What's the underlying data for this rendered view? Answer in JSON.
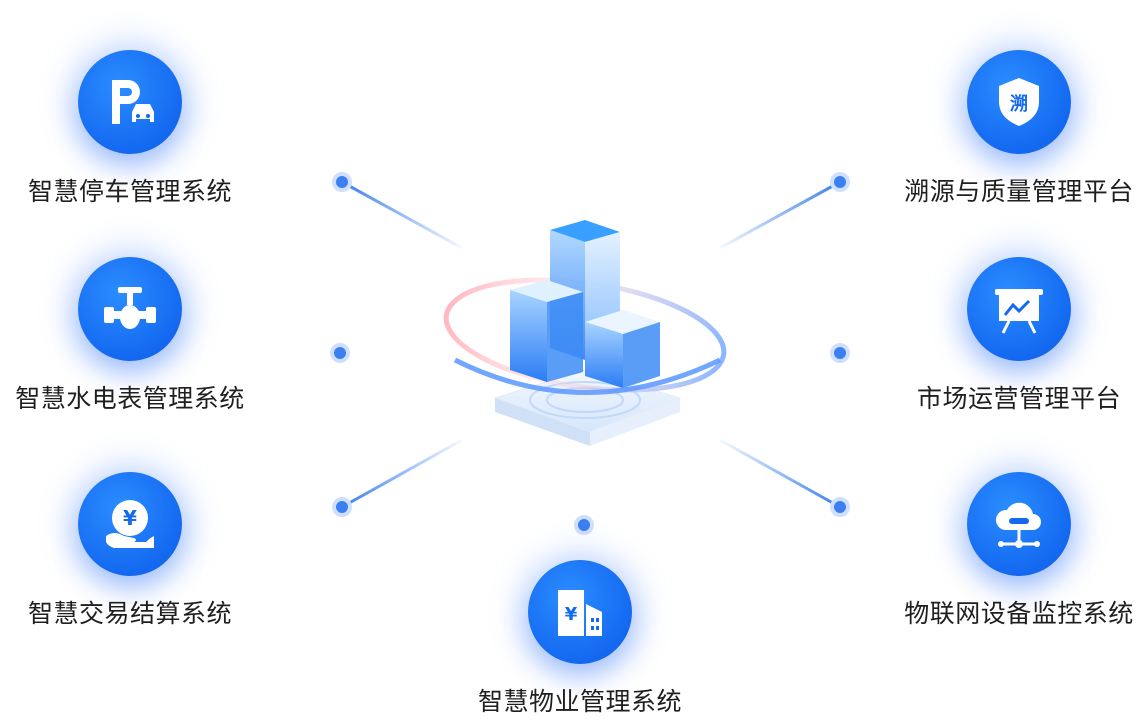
{
  "nodes": {
    "parking": {
      "label": "智慧停车管理系统",
      "icon": "parking-car-icon"
    },
    "meter": {
      "label": "智慧水电表管理系统",
      "icon": "water-valve-icon"
    },
    "trade": {
      "label": "智慧交易结算系统",
      "icon": "yen-coin-hand-icon"
    },
    "property": {
      "label": "智慧物业管理系统",
      "icon": "yen-building-icon"
    },
    "trace": {
      "label": "溯源与质量管理平台",
      "icon": "trace-shield-icon",
      "shield_text": "溯"
    },
    "market": {
      "label": "市场运营管理平台",
      "icon": "presentation-chart-icon"
    },
    "iot": {
      "label": "物联网设备监控系统",
      "icon": "cloud-network-icon"
    }
  },
  "colors": {
    "primary": "#1469f0",
    "line": "#4f8ff0",
    "dot": "#3b7ff0",
    "text": "#1f1f1f"
  }
}
